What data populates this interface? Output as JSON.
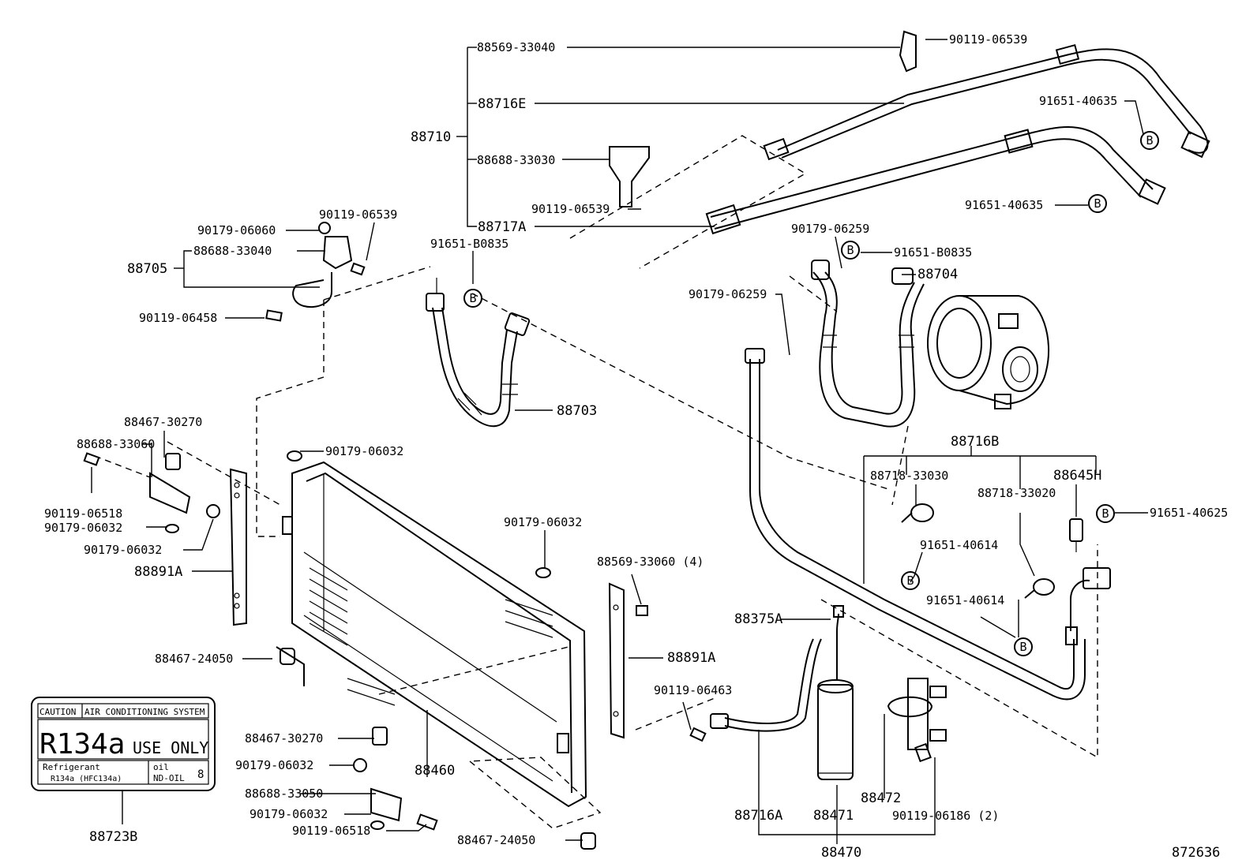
{
  "diagram_id": "872636",
  "callout_b": "B",
  "labels": {
    "p88569_33040": "88569-33040",
    "p90119_06539_top": "90119-06539",
    "p88716E": "88716E",
    "p91651_40635_a": "91651-40635",
    "p88710": "88710",
    "p88688_33030": "88688-33030",
    "p91651_40635_b": "91651-40635",
    "p90119_06539_mid": "90119-06539",
    "p88717A": "88717A",
    "p90179_06259_a": "90179-06259",
    "p91651_B0835_r": "91651-B0835",
    "p88704": "88704",
    "p90179_06060": "90179-06060",
    "p90119_06539_l": "90119-06539",
    "p88688_33040": "88688-33040",
    "p88705": "88705",
    "p91651_B0835_l": "91651-B0835",
    "p90119_06458": "90119-06458",
    "p90179_06259_b": "90179-06259",
    "p88703": "88703",
    "p88467_30270_a": "88467-30270",
    "p88688_33060": "88688-33060",
    "p90179_06032_a": "90179-06032",
    "p88716B": "88716B",
    "p88718_33030": "88718-33030",
    "p88645H": "88645H",
    "p88718_33020": "88718-33020",
    "p91651_40625": "91651-40625",
    "p90119_06518_a": "90119-06518",
    "p90179_06032_b": "90179-06032",
    "p90179_06032_c": "90179-06032",
    "p91651_40614_a": "91651-40614",
    "p90179_06032_d": "90179-06032",
    "p88891A_l": "88891A",
    "p88569_33060": "88569-33060 (4)",
    "p91651_40614_b": "91651-40614",
    "p88375A": "88375A",
    "p88467_24050_a": "88467-24050",
    "p88891A_r": "88891A",
    "p90119_06463": "90119-06463",
    "p88467_30270_b": "88467-30270",
    "p90179_06032_e": "90179-06032",
    "p88460": "88460",
    "p88472": "88472",
    "p88688_33050": "88688-33050",
    "p90179_06032_f": "90179-06032",
    "p90119_06518_b": "90119-06518",
    "p88716A": "88716A",
    "p88471": "88471",
    "p90119_06186": "90119-06186 (2)",
    "p88467_24050_b": "88467-24050",
    "p88470": "88470",
    "p88723B": "88723B"
  },
  "caution_label": {
    "caution": "CAUTION",
    "system": "AIR CONDITIONING SYSTEM",
    "r134a": "R134a",
    "use_only": "USE ONLY",
    "refrigerant": "Refrigerant",
    "refrigerant_value": "R134a (HFC134a)",
    "oil": "oil",
    "oil_value": "ND-OIL",
    "oil_number": "8"
  }
}
